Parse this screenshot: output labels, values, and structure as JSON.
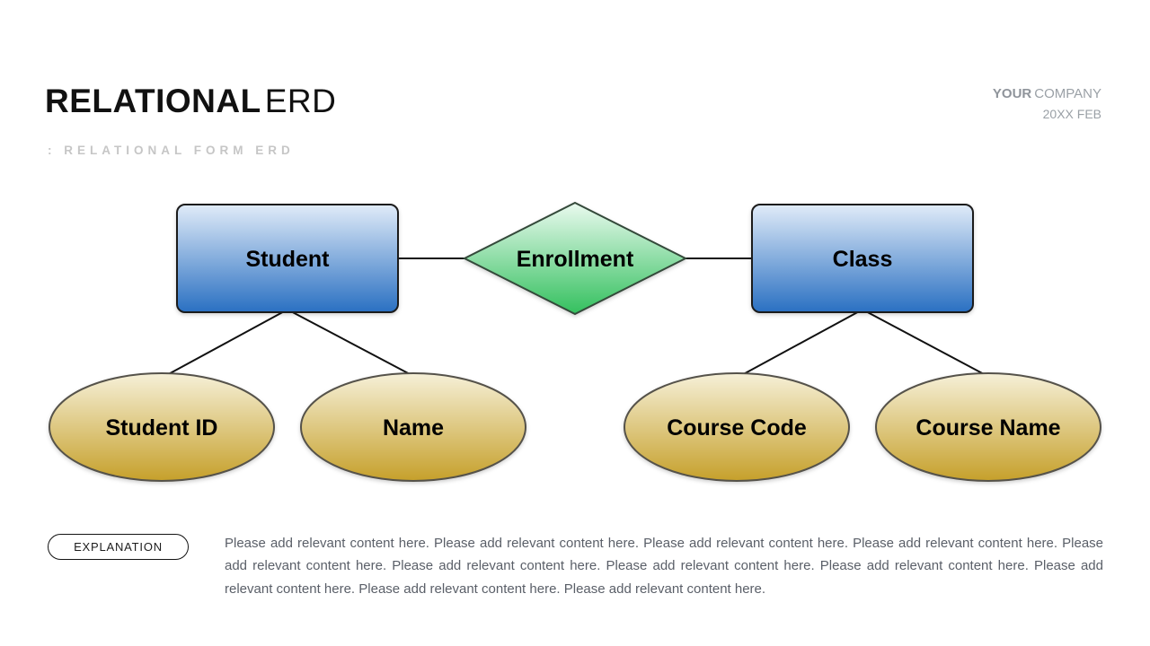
{
  "slide": {
    "title_bold": "RELATIONAL",
    "title_light": "ERD",
    "subtitle": ": RELATIONAL FORM ERD",
    "company_bold": "YOUR",
    "company_light": "COMPANY",
    "date": "20XX FEB"
  },
  "diagram": {
    "entities": [
      {
        "label": "Student"
      },
      {
        "label": "Class"
      }
    ],
    "relationship": {
      "label": "Enrollment"
    },
    "attributes": [
      {
        "label": "Student ID"
      },
      {
        "label": "Name"
      },
      {
        "label": "Course Code"
      },
      {
        "label": "Course Name"
      }
    ],
    "colors": {
      "entity_top": "#e0ebf8",
      "entity_bottom": "#2a70c2",
      "relationship_top": "#eafaef",
      "relationship_bottom": "#33c05e",
      "attribute_top": "#f6f0d8",
      "attribute_bottom": "#c6a02b",
      "line": "#111111"
    }
  },
  "footer": {
    "button_label": "EXPLANATION",
    "body_text": "Please add relevant content here. Please add relevant content here. Please add relevant content here. Please add relevant content here. Please add relevant content here. Please add relevant content here. Please add relevant content here. Please add relevant content here. Please add relevant content here. Please add relevant content here. Please add relevant content here."
  }
}
